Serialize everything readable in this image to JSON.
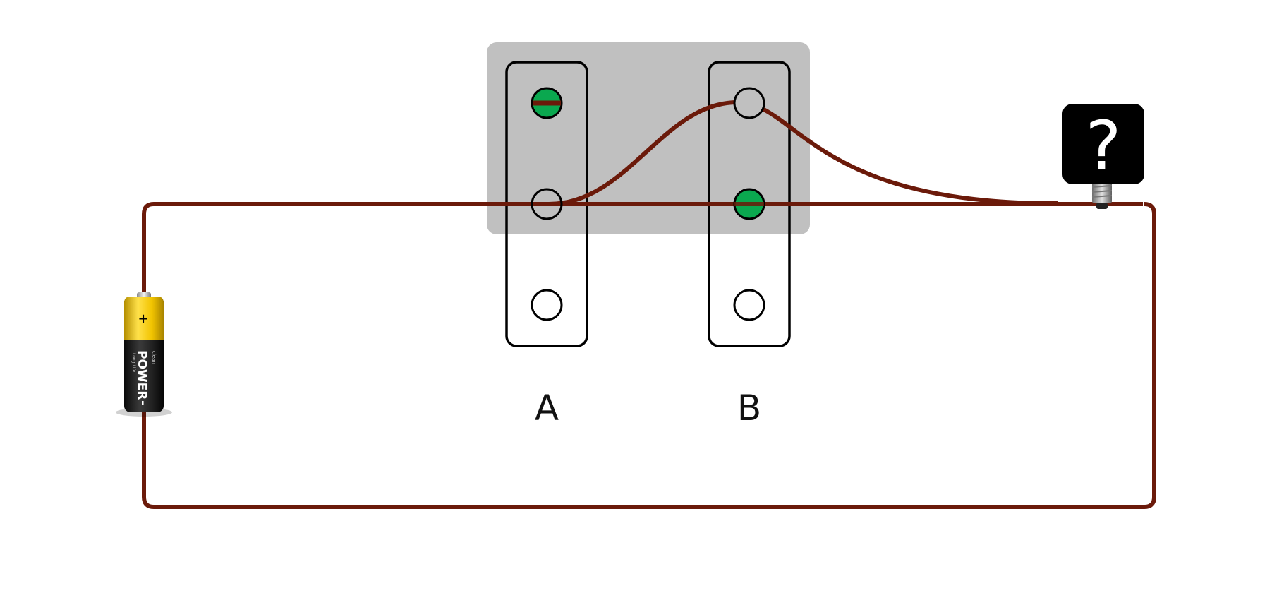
{
  "diagram": {
    "panel_color": "#c0c0c0",
    "wire_color": "#6b1a0a",
    "connected_color": "#0aa84f",
    "strips": [
      {
        "label": "A"
      },
      {
        "label": "B"
      }
    ],
    "bulb": {
      "symbol": "?",
      "icon": "unknown-bulb-icon"
    },
    "battery": {
      "brand_small": "clean",
      "brand": "POWER",
      "sub": "Long Life",
      "plus": "+",
      "minus": "-",
      "icon": "battery-icon",
      "top_color": "#f0c400",
      "body_color": "#1c1c1c"
    }
  }
}
